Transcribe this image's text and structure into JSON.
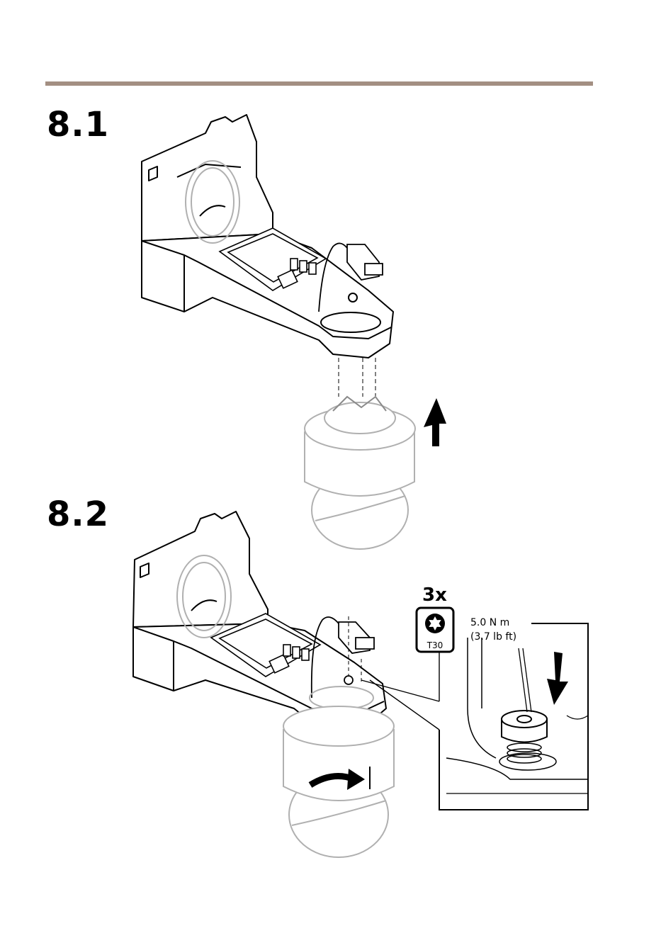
{
  "header": {
    "rule_color": "#a38f82"
  },
  "steps": [
    {
      "number": "8.1"
    },
    {
      "number": "8.2"
    }
  ],
  "tool_callout": {
    "quantity": "3x",
    "bit_label": "T30",
    "torque_nm": "5.0 N m",
    "torque_lbft": "(3.7 lb ft)",
    "icon": "torx-bit-icon"
  },
  "colors": {
    "line": "#000000",
    "faded": "#b0b0b0"
  }
}
